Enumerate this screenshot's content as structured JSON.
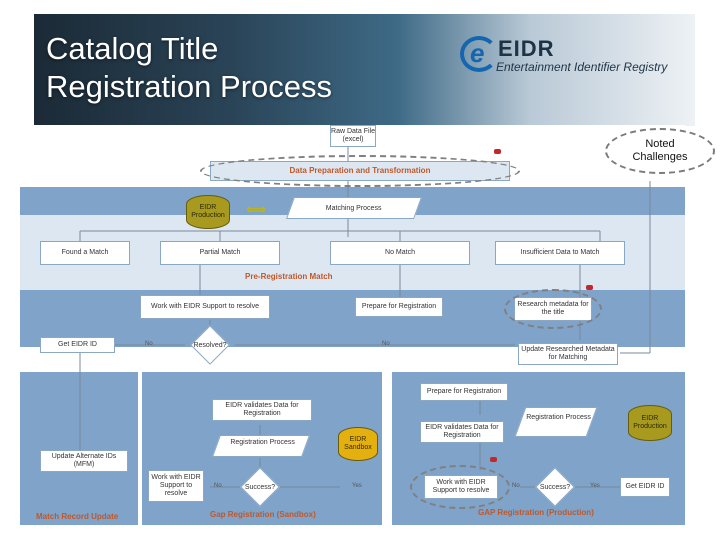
{
  "title": {
    "line1": "Catalog Title",
    "line2": "Registration Process"
  },
  "logo": {
    "word": "EIDR",
    "subtitle": "Entertainment Identifier Registry"
  },
  "callout": {
    "text": "Noted Challenges"
  },
  "diagram": {
    "raw_data": "Raw Data File (excel)",
    "data_prep": "Data Preparation and Transformation",
    "eidr_production": "EIDR Production",
    "matching_process": "Matching Process",
    "found_match": "Found a Match",
    "partial_match": "Partial Match",
    "no_match": "No Match",
    "insufficient": "Insufficient Data to Match",
    "pre_reg_label": "Pre-Registration Match",
    "work_with_support": "Work with EIDR Support to resolve",
    "prepare_reg": "Prepare for Registration",
    "research": "Research metadata for the title",
    "get_id": "Get EIDR ID",
    "resolved": "Resolved?",
    "no1": "No",
    "no2": "No",
    "update_research": "Update Researched Metadata for Matching",
    "validates_sandbox": "EIDR validates Data for Registration",
    "reg_process_sandbox": "Registration Process",
    "eidr_sandbox": "EIDR Sandbox",
    "update_alt": "Update Alternate IDs (MFM)",
    "work_support_small": "Work with EIDR Support to resolve",
    "success1": "Success?",
    "no_s1": "No",
    "yes1": "Yes",
    "match_update_label": "Match Record Update",
    "gap_sandbox_label": "Gap Registration (Sandbox)",
    "prepare_reg2": "Prepare for Registration",
    "validates_prod": "EIDR validates Data for Registration",
    "reg_process_prod": "Registration Process",
    "eidr_production2": "EIDR Production",
    "work_support_prod": "Work with EIDR Support to resolve",
    "success2": "Success?",
    "no_s2": "No",
    "yes2": "Yes",
    "get_id2": "Get EIDR ID",
    "gap_prod_label": "GAP Registration (Production)"
  },
  "colors": {
    "band": "#7fa3c9",
    "light": "#dde7f1",
    "accent": "#c0582a",
    "cylinder": "#a89a1e"
  }
}
